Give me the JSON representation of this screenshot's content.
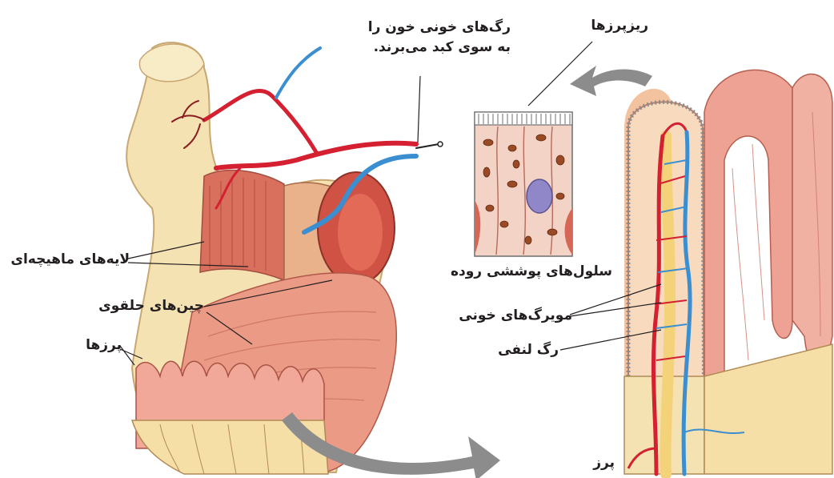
{
  "labels": {
    "blood_vessels_line1": "رگ‌های خونی خون را",
    "blood_vessels_line2": "به سوی کبد می‌برند.",
    "microvilli": "ریزپرزها",
    "muscle_layers": "لایه‌های ماهیچه‌ای",
    "circular_folds": "چین‌های حلقوی",
    "villi": "پرزها",
    "epithelial_cells": "سلول‌های پوششی روده",
    "capillaries": "مویرگ‌های خونی",
    "lymph_vessel": "رگ لنفی",
    "villus": "پرز"
  },
  "colors": {
    "artery": "#d42030",
    "vein": "#3b8fd0",
    "lymph": "#f3d27a",
    "tissue_pink": "#e88d7c",
    "tissue_light": "#f6c9b4",
    "outer_wall": "#f4e2b2",
    "arrow_gray": "#8c8c8c",
    "label_text": "#231f20"
  }
}
